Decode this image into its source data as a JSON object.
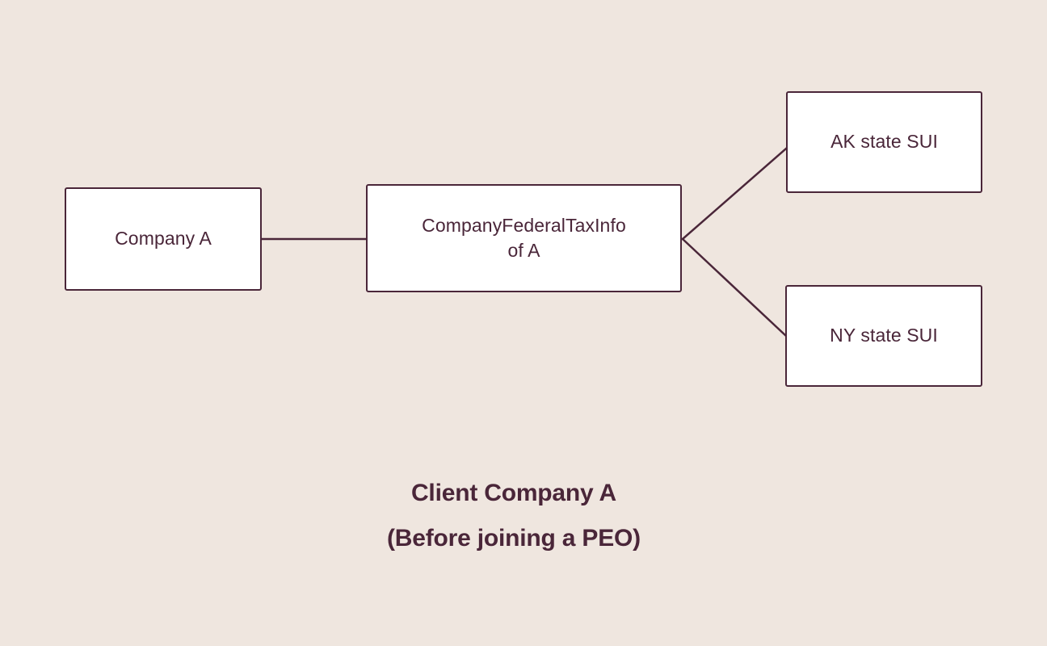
{
  "diagram": {
    "background_color": "#EFE6DF",
    "stroke_color": "#4A2639",
    "node_fill_color": "#FFFFFF",
    "text_color": "#4A2639",
    "nodes": [
      {
        "id": "company-a",
        "label": "Company A"
      },
      {
        "id": "federal-tax",
        "label_line1": "CompanyFederalTaxInfo",
        "label_line2": "of A"
      },
      {
        "id": "ak-sui",
        "label": "AK state SUI"
      },
      {
        "id": "ny-sui",
        "label": "NY state SUI"
      }
    ],
    "edges": [
      {
        "from": "company-a",
        "to": "federal-tax",
        "style": "straight-horizontal"
      },
      {
        "from": "federal-tax",
        "to": "ak-sui",
        "style": "straight-diagonal"
      },
      {
        "from": "federal-tax",
        "to": "ny-sui",
        "style": "straight-diagonal"
      }
    ],
    "caption": {
      "line1": "Client Company A",
      "line2": "(Before joining a PEO)"
    }
  }
}
